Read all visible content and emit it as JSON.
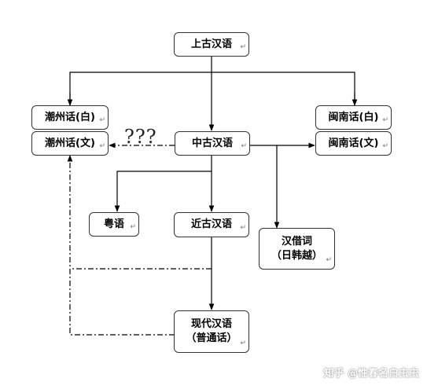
{
  "nodes": {
    "shanggu": "上古汉语",
    "zhonggu": "中古汉语",
    "jingu": "近古汉语",
    "xiandai_line1": "现代汉语",
    "xiandai_line2": "（普通话）",
    "chaozhou_bai": "潮州话(白)",
    "chaozhou_wen": "潮州话(文)",
    "minnan_bai": "闽南话(白)",
    "minnan_wen": "闽南话(文)",
    "yue": "粤语",
    "hanjieci_line1": "汉借词",
    "hanjieci_line2": "（日韩越）"
  },
  "paragraph_mark": "↵",
  "uncertain_label": "???",
  "watermark": "知乎 @性春名白虫虫",
  "colors": {
    "line": "#000000",
    "border": "#333333",
    "background": "#ffffff"
  }
}
